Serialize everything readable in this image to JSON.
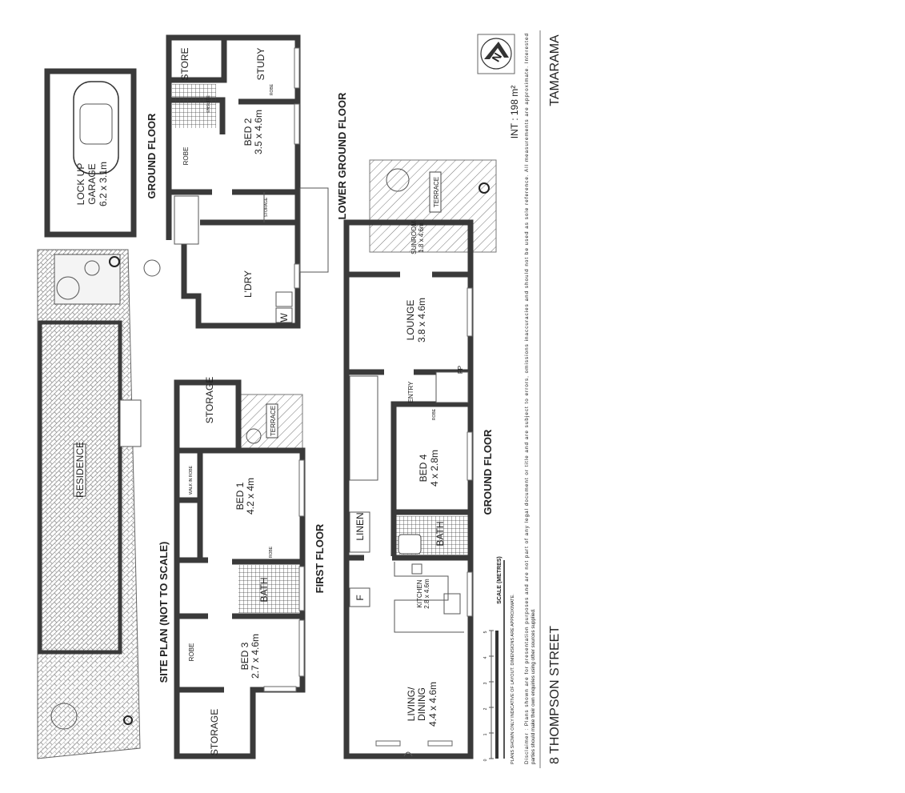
{
  "header": {
    "suburb": "TAMARAMA",
    "address": "8 THOMPSON STREET",
    "internal_area": "INT : 198 m²",
    "north_label": "N"
  },
  "disclaimer": {
    "line1": "Disclaimer : Plans shown are for presentation purposes and are not part of any legal document or title and are subject to errors, omissions inaccuracies and should not be used as sole reference.  All measurements are approximate.  Interested",
    "line2": "parties should make their own enquiries using other sources supplied.",
    "indicative": "PLANS SHOWN ONLY INDICATIVE OF LAYOUT.  DIMENSIONS ARE APPROXIMATE."
  },
  "scale": {
    "label": "SCALE (METRES)",
    "ticks": [
      "0",
      "1",
      "2",
      "3",
      "4",
      "5"
    ]
  },
  "site_plan": {
    "title": "SITE PLAN (NOT TO SCALE)",
    "residence": "RESIDENCE"
  },
  "garage": {
    "line1": "LOCK UP",
    "line2": "GARAGE",
    "dims": "6.2 x 3.1m"
  },
  "upper_section": {
    "title": "GROUND FLOOR",
    "rooms": {
      "store": "STORE",
      "study": "STUDY",
      "robe_study": "ROBE",
      "ensuite": "ENSUITE",
      "bed2": "BED 2",
      "bed2_dims": "3.5 x 4.6m",
      "robe_bed2": "ROBE",
      "storage": "STORAGE",
      "laundry": "L'DRY",
      "washer": "W"
    }
  },
  "first_floor": {
    "title": "FIRST FLOOR",
    "rooms": {
      "storage_top": "STORAGE",
      "terrace": "TERRACE",
      "walk_in_robe": "WALK IN ROBE",
      "bed1": "BED 1",
      "bed1_dims": "4.2 x 4m",
      "robe_bed1": "ROBE",
      "bath": "BATH",
      "robe_bed3": "ROBE",
      "bed3": "BED 3",
      "bed3_dims": "2.7 x 4.6m",
      "storage_bottom": "STORAGE"
    }
  },
  "lower_ground": {
    "title": "LOWER GROUND FLOOR"
  },
  "ground_floor": {
    "title": "GROUND FLOOR",
    "rooms": {
      "terrace": "TERRACE",
      "sunroom": "SUNROOM",
      "sunroom_dims": "1.8 x 4.6m",
      "lounge": "LOUNGE",
      "lounge_dims": "3.8 x 4.6m",
      "fireplace": "FP",
      "entry": "ENTRY",
      "robe": "ROBE",
      "bed4": "BED 4",
      "bed4_dims": "4 x 2.8m",
      "linen": "LINEN",
      "bath": "BATH",
      "fridge": "F",
      "kitchen": "KITCHEN",
      "kitchen_dims": "2.8 x 4.6m",
      "living1": "LIVING/",
      "living2": "DINING",
      "living_dims": "4.4 x 4.6m"
    }
  }
}
